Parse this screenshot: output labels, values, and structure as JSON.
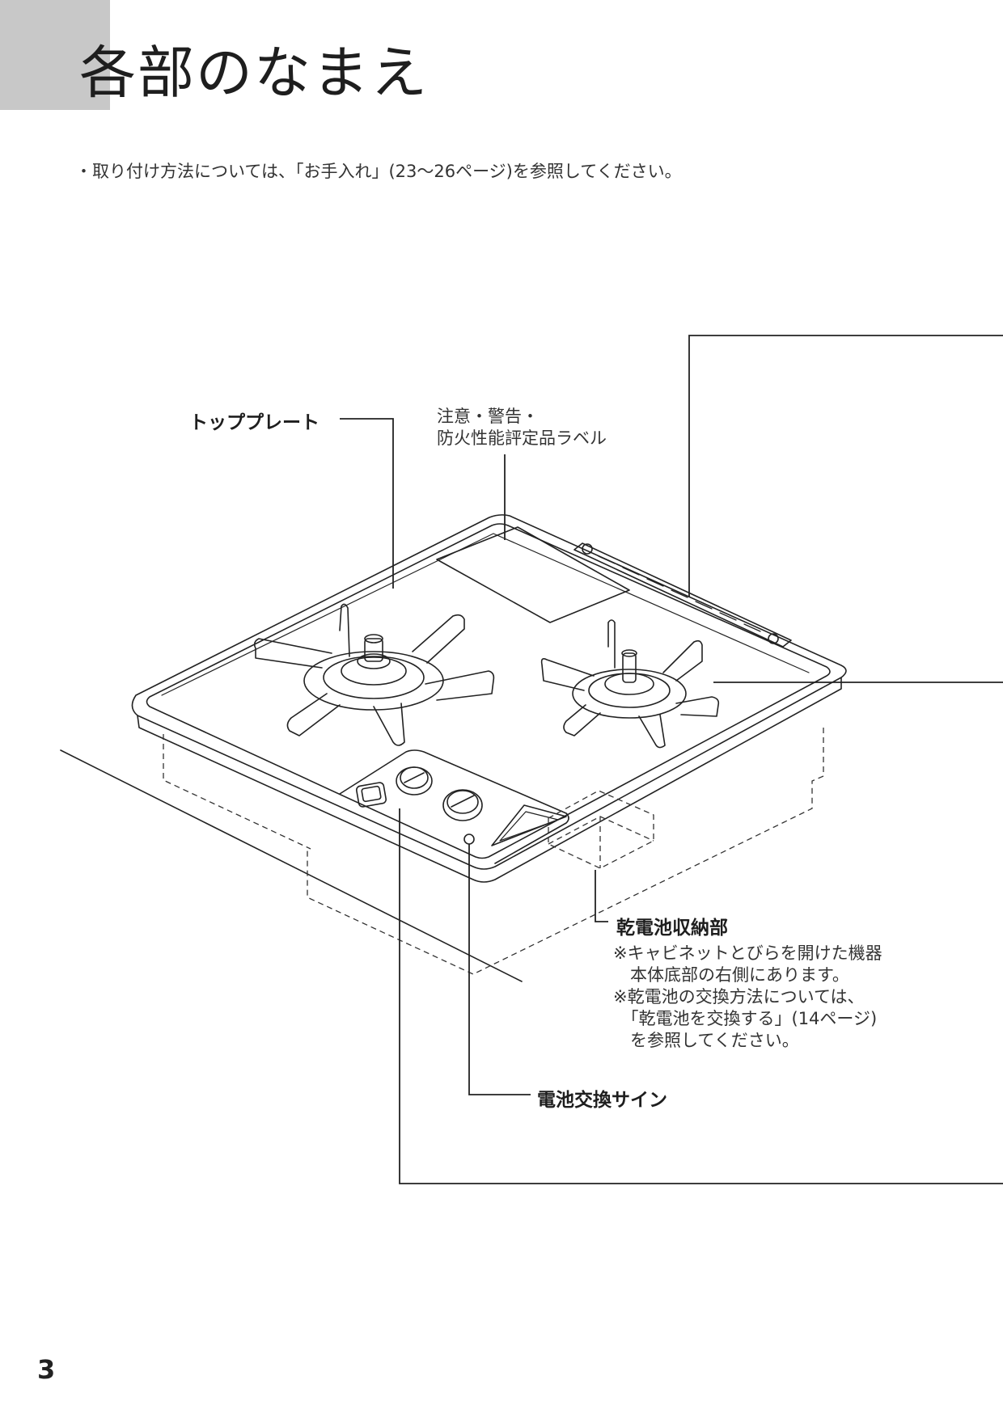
{
  "page": {
    "title": "各部のなまえ",
    "intro": "・取り付け方法については、「お手入れ」(23〜26ページ)を参照してください。",
    "page_number": "3"
  },
  "labels": {
    "top_plate": "トッププレート",
    "caution_label_line1": "注意・警告・",
    "caution_label_line2": "防火性能評定品ラベル",
    "battery_storage": "乾電池収納部",
    "battery_sign": "電池交換サイン"
  },
  "notes": {
    "battery_storage": [
      "※キャビネットとびらを開けた機器",
      "　本体底部の右側にあります。",
      "※乾電池の交換方法については、",
      "　「乾電池を交換する」(14ページ)",
      "　を参照してください。"
    ]
  }
}
